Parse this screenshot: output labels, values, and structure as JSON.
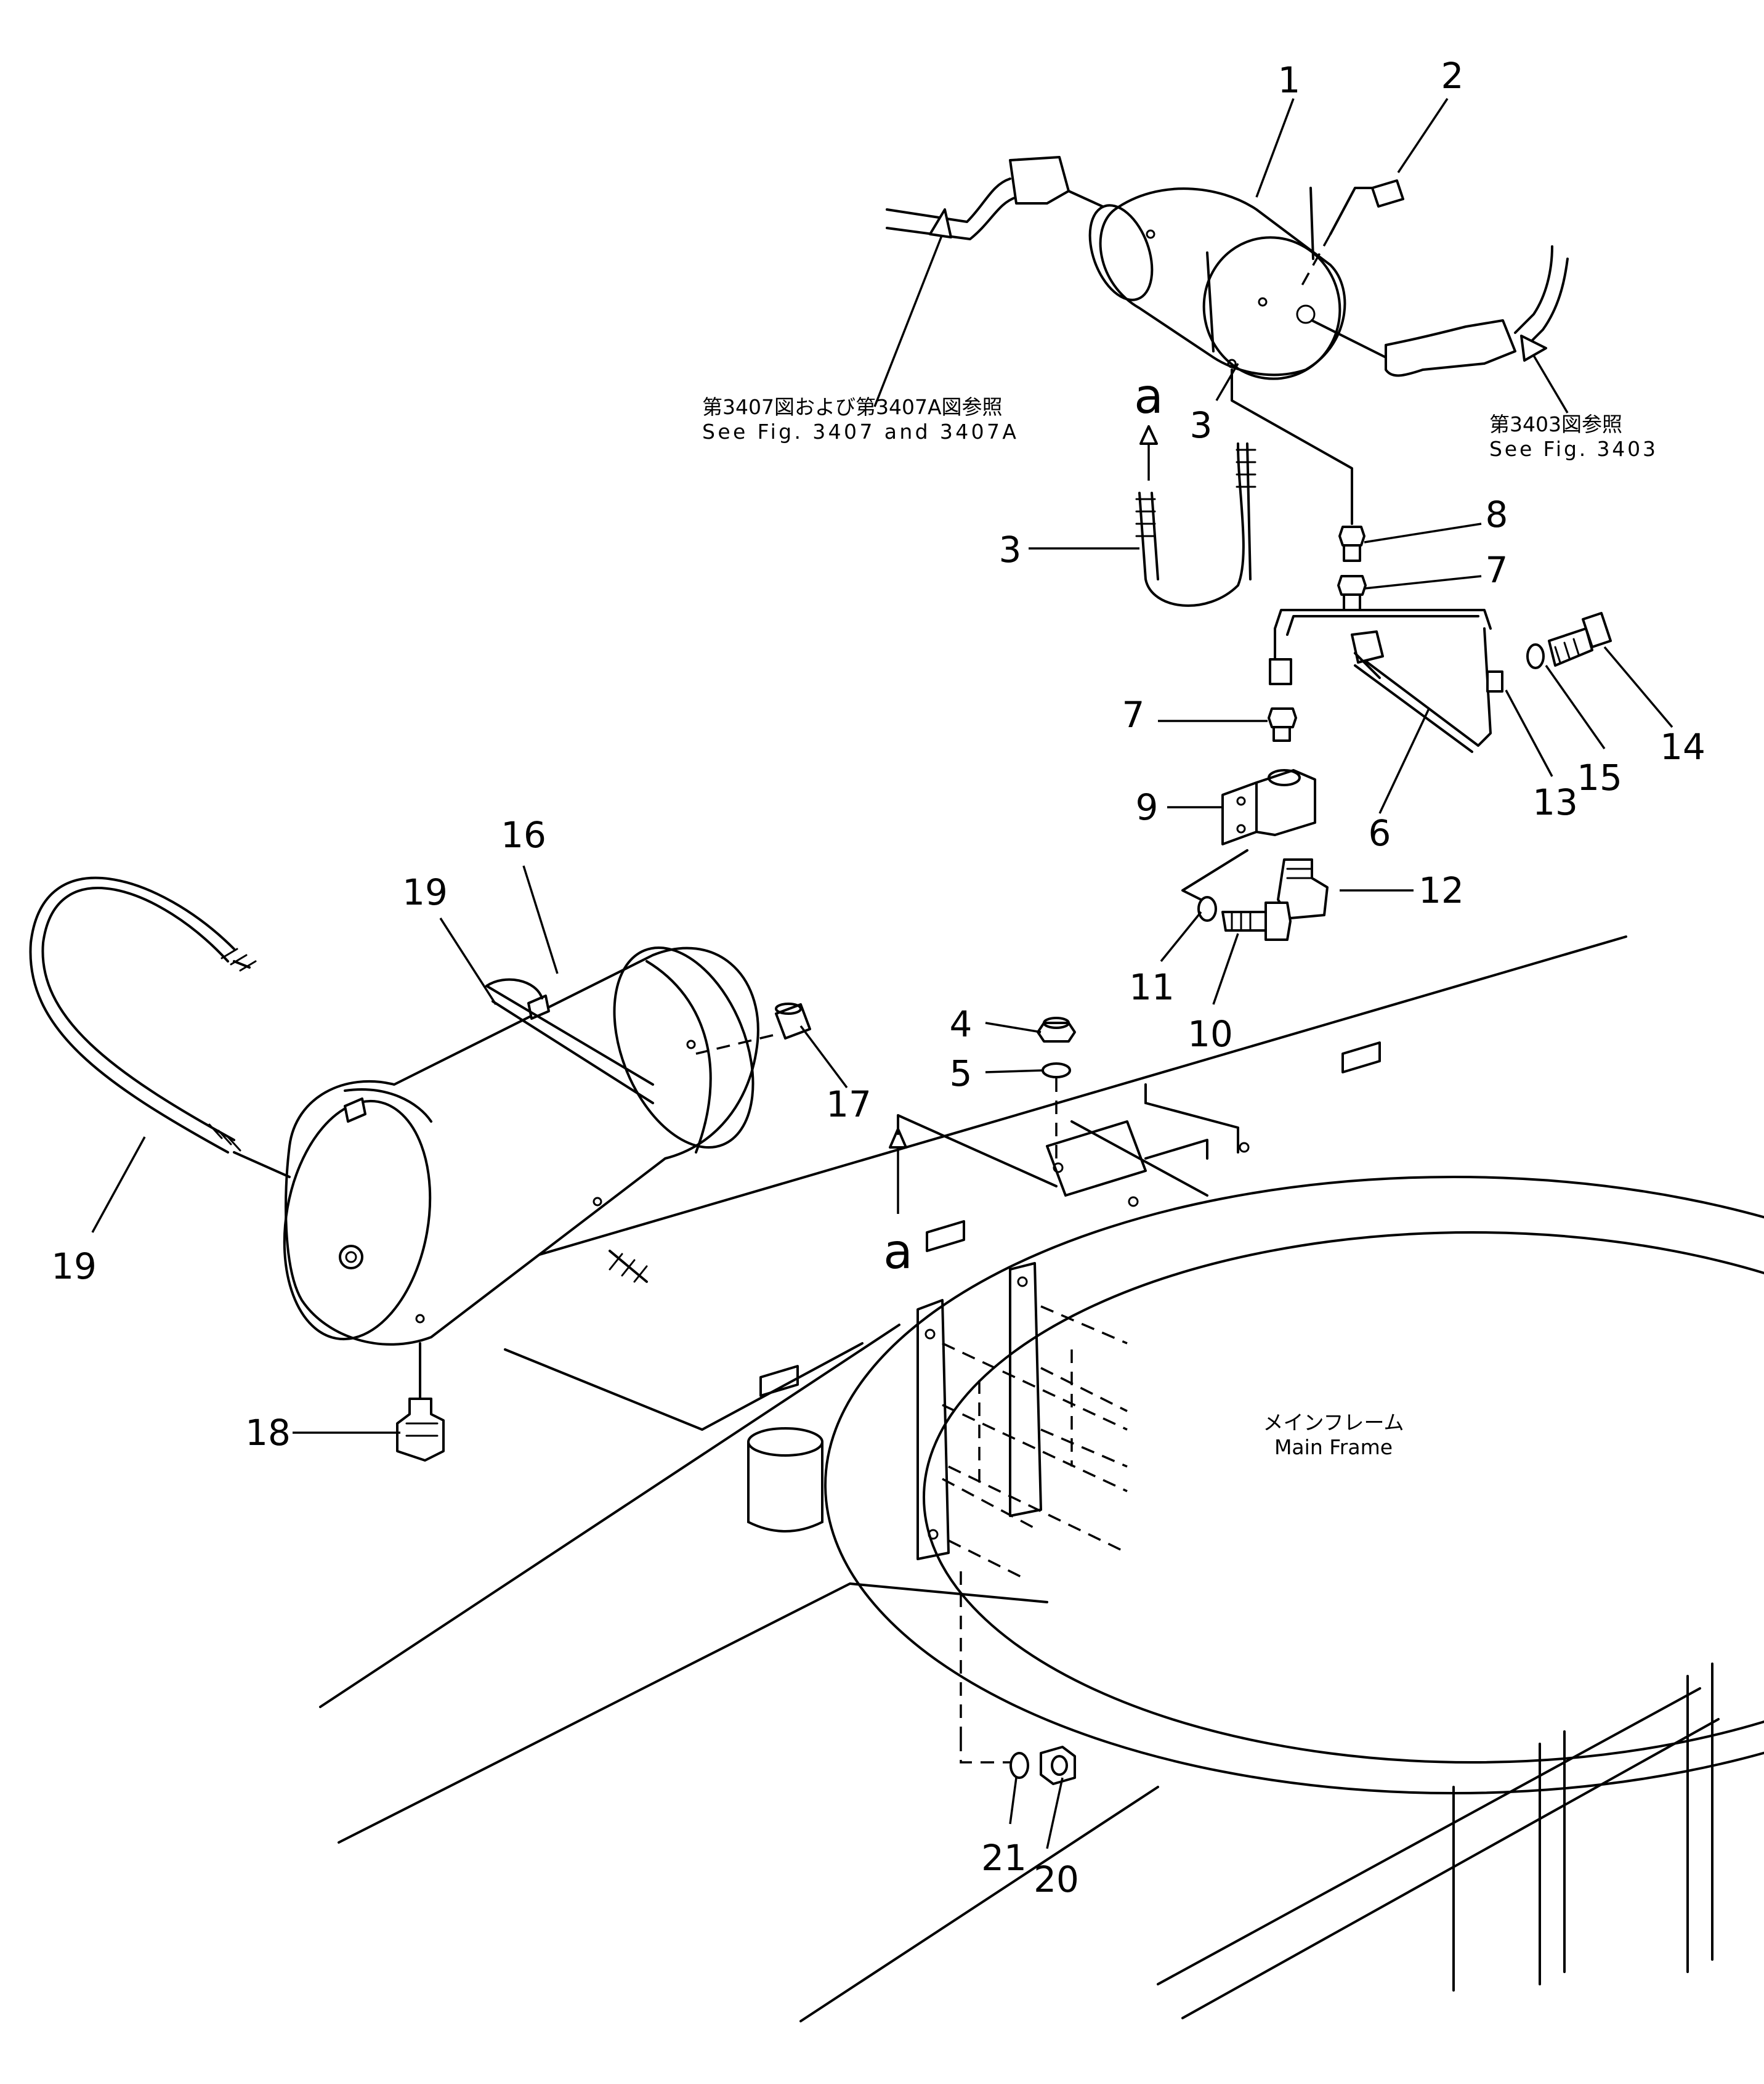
{
  "callouts": [
    {
      "id": "c1",
      "label": "1"
    },
    {
      "id": "c2",
      "label": "2"
    },
    {
      "id": "c3a",
      "label": "3"
    },
    {
      "id": "c3b",
      "label": "3"
    },
    {
      "id": "c4",
      "label": "4"
    },
    {
      "id": "c5",
      "label": "5"
    },
    {
      "id": "c6",
      "label": "6"
    },
    {
      "id": "c7a",
      "label": "7"
    },
    {
      "id": "c7b",
      "label": "7"
    },
    {
      "id": "c8",
      "label": "8"
    },
    {
      "id": "c9",
      "label": "9"
    },
    {
      "id": "c10",
      "label": "10"
    },
    {
      "id": "c11",
      "label": "11"
    },
    {
      "id": "c12",
      "label": "12"
    },
    {
      "id": "c13",
      "label": "13"
    },
    {
      "id": "c14",
      "label": "14"
    },
    {
      "id": "c15",
      "label": "15"
    },
    {
      "id": "c16",
      "label": "16"
    },
    {
      "id": "c17",
      "label": "17"
    },
    {
      "id": "c18",
      "label": "18"
    },
    {
      "id": "c19a",
      "label": "19"
    },
    {
      "id": "c19b",
      "label": "19"
    },
    {
      "id": "c20",
      "label": "20"
    },
    {
      "id": "c21",
      "label": "21"
    }
  ],
  "view_markers": {
    "top": "a",
    "bottom": "a"
  },
  "references": {
    "left_jp": "第3407図および第3407A図参照",
    "left_en": "See Fig. 3407 and 3407A",
    "right_jp": "第3403図参照",
    "right_en": "See Fig. 3403"
  },
  "main_frame": {
    "jp": "メインフレーム",
    "en": "Main Frame"
  }
}
